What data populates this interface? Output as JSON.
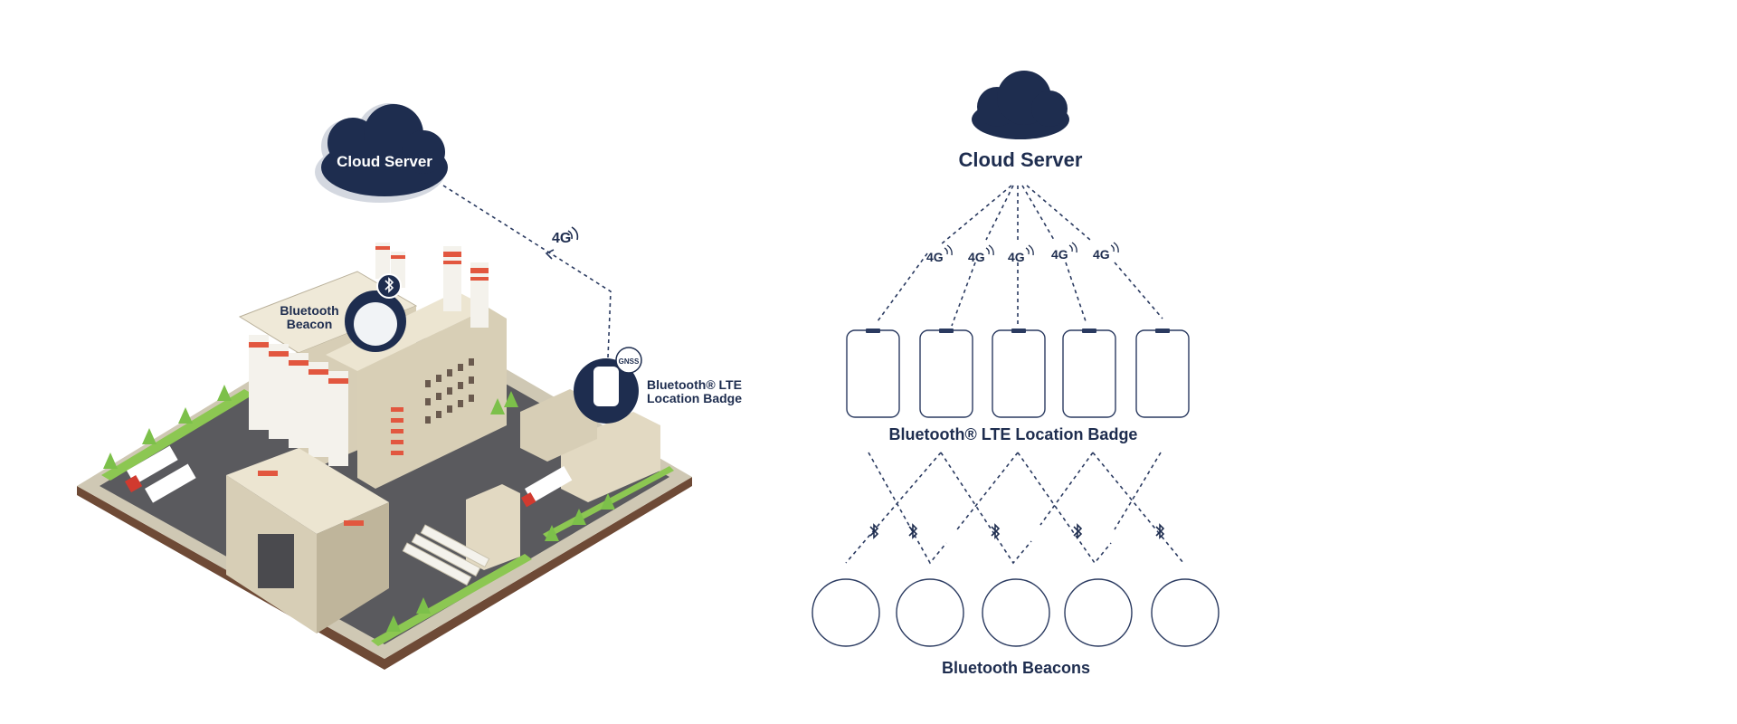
{
  "left_illustration": {
    "cloud_label": "Cloud Server",
    "signal_label": "4G",
    "beacon_label_line1": "Bluetooth",
    "beacon_label_line2": "Beacon",
    "badge_label_line1": "Bluetooth® LTE",
    "badge_label_line2": "Location Badge",
    "gnss_label": "GNSS"
  },
  "right_diagram": {
    "cloud_label": "Cloud Server",
    "signal_labels": [
      "4G",
      "4G",
      "4G",
      "4G",
      "4G"
    ],
    "badges_label": "Bluetooth® LTE Location Badge",
    "beacons_label": "Bluetooth Beacons"
  },
  "colors": {
    "navy": "#1e2d4f",
    "line": "#2a3a60",
    "stripe_red": "#e2573f",
    "tree_green": "#7cc04a",
    "ground": "#5a5a5e",
    "building": "#e9e2cf"
  }
}
